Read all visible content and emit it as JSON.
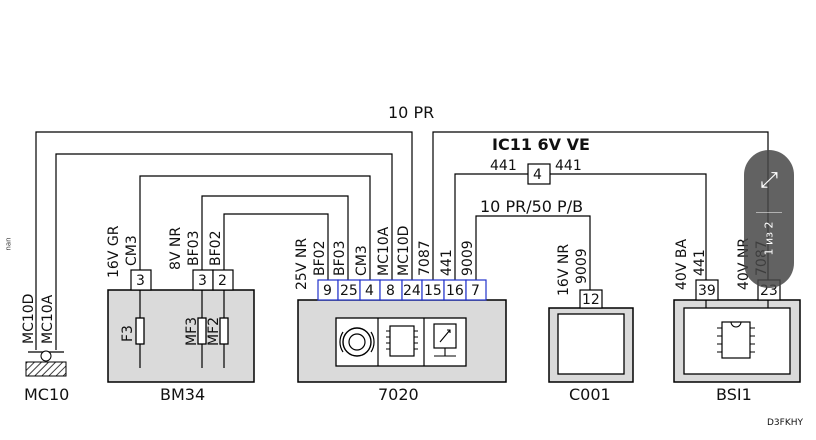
{
  "top_wire_label": "10 PR",
  "wire_labels": {
    "ic11": "IC11 6V VE",
    "w10pr50": "10 PR/50 P/B",
    "w441_left": "441",
    "w441_right": "441",
    "connector_4": "4"
  },
  "mc10": {
    "name": "MC10",
    "wires": [
      "MC10D",
      "MC10A"
    ]
  },
  "bm34": {
    "name": "BM34",
    "conn_a": "16V GR",
    "conn_b": "8V NR",
    "wire_cm3": "CM3",
    "wire_bf03": "BF03",
    "wire_bf02": "BF02",
    "pins": [
      "3",
      "3",
      "2"
    ],
    "fuses": [
      "F3",
      "MF3",
      "MF2"
    ]
  },
  "c7020": {
    "name": "7020",
    "connector": "25V NR",
    "wires": [
      "BF02",
      "BF03",
      "CM3",
      "MC10A",
      "MC10D",
      "7087",
      "441",
      "9009"
    ],
    "pins": [
      "9",
      "25",
      "4",
      "8",
      "24",
      "15",
      "16",
      "7"
    ]
  },
  "c001": {
    "name": "C001",
    "connector": "16V NR",
    "wire": "9009",
    "pin": "12"
  },
  "bsi1": {
    "name": "BSI1",
    "conn_a": "40V BA",
    "conn_b": "40V NR",
    "wire_a": "441",
    "wire_b": "7087",
    "pins": [
      "39",
      "23"
    ]
  },
  "ref_code": "D3FKHY",
  "side_mark": "nan",
  "zoom_widget": {
    "expand_icon": "expand-arrows-icon",
    "label": "1 из 2"
  }
}
